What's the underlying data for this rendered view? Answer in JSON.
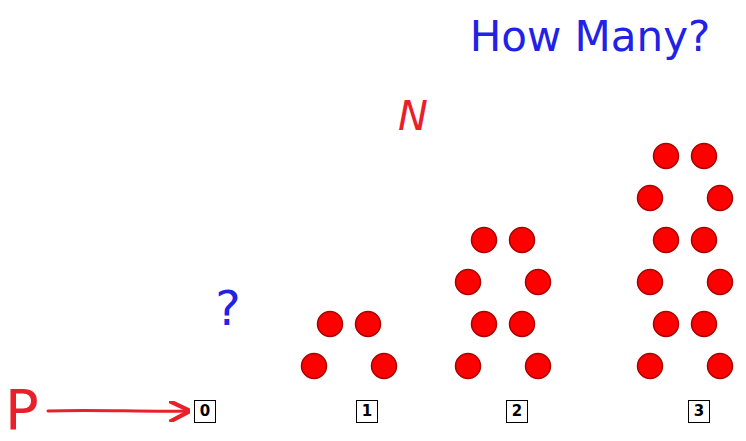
{
  "diagram": {
    "title": "How Many?",
    "nodes": [
      {
        "text": [
          "0"
        ]
      },
      {
        "text": [
          "1"
        ]
      },
      {
        "text": [
          "2"
        ]
      },
      {
        "text": [
          "3"
        ]
      }
    ],
    "labels": [
      "N",
      "?",
      "P"
    ]
  }
}
